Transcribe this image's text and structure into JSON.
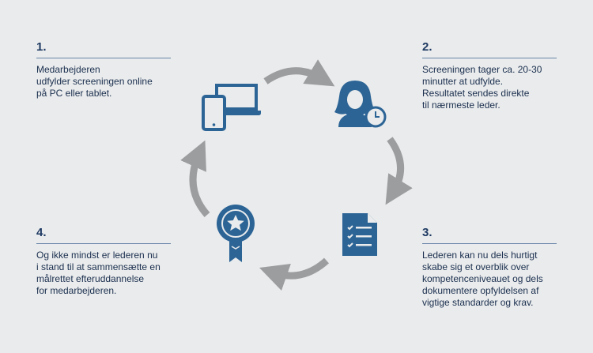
{
  "steps": [
    {
      "num": "1.",
      "text": "Medarbejderen\nudfylder screeningen online\npå PC eller tablet."
    },
    {
      "num": "2.",
      "text": "Screeningen tager ca. 20-30\nminutter at udfylde.\nResultatet sendes direkte\ntil nærmeste leder."
    },
    {
      "num": "3.",
      "text": "Lederen kan nu dels hurtigt\nskabe sig et overblik over\nkompetenceniveauet og dels\ndokumentere opfyldelsen af\nvigtige standarder og krav."
    },
    {
      "num": "4.",
      "text": "Og ikke mindst er lederen nu\ni stand til at sammensætte en\nmålrettet efteruddannelse\nfor medarbejderen."
    }
  ],
  "colors": {
    "icon": "#2c6496",
    "arrow": "#9b9d9f",
    "background": "#e9ebec"
  },
  "icons": [
    "devices-icon",
    "employee-clock-icon",
    "checklist-icon",
    "award-badge-icon"
  ]
}
